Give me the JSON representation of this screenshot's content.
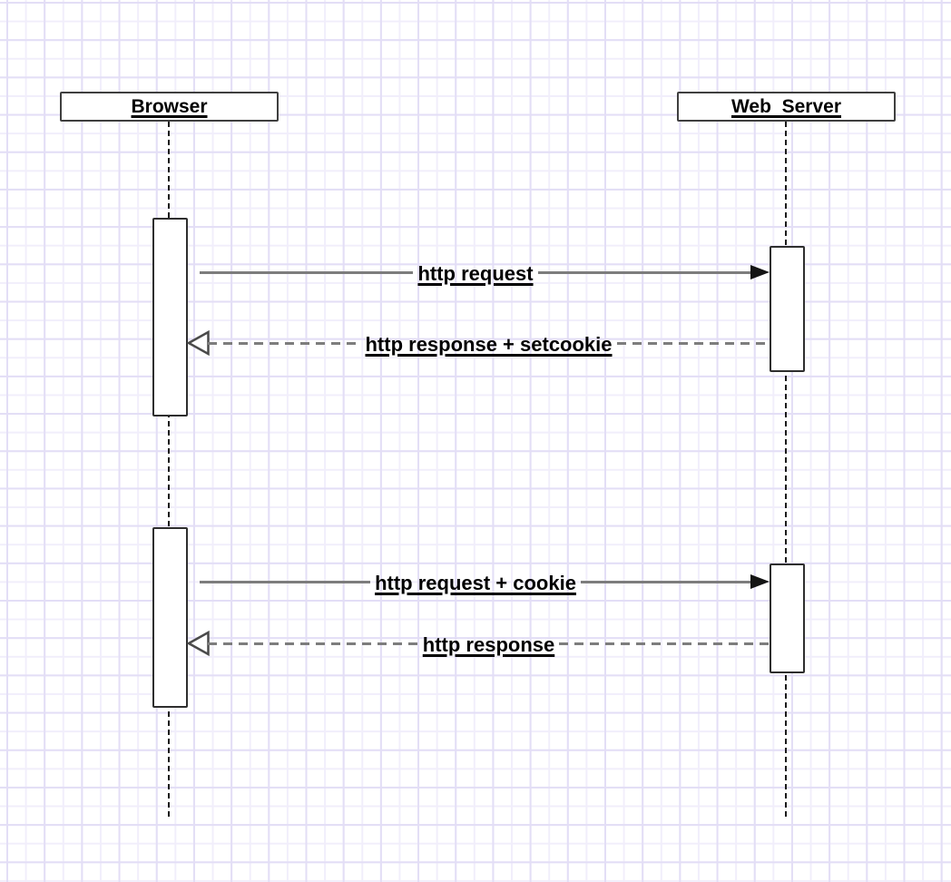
{
  "diagram": {
    "type": "uml-sequence",
    "actors": [
      {
        "name": "Browser"
      },
      {
        "name": "Web  Server"
      }
    ],
    "messages": [
      {
        "label": "http request",
        "from": "Browser",
        "to": "Web Server",
        "line": "solid",
        "arrowhead": "filled"
      },
      {
        "label": "http response + setcookie",
        "from": "Web Server",
        "to": "Browser",
        "line": "dashed",
        "arrowhead": "open"
      },
      {
        "label": "http request + cookie",
        "from": "Browser",
        "to": "Web Server",
        "line": "solid",
        "arrowhead": "filled"
      },
      {
        "label": "http response",
        "from": "Web Server",
        "to": "Browser",
        "line": "dashed",
        "arrowhead": "open"
      }
    ],
    "colors": {
      "background": "#ffffff",
      "grid_minor": "#f1eefb",
      "grid_major": "#e3def6",
      "box_border": "#3f3f3f",
      "lifeline": "#1a1a1a",
      "message_line": "#7d7d7d",
      "text": "#000000"
    }
  }
}
